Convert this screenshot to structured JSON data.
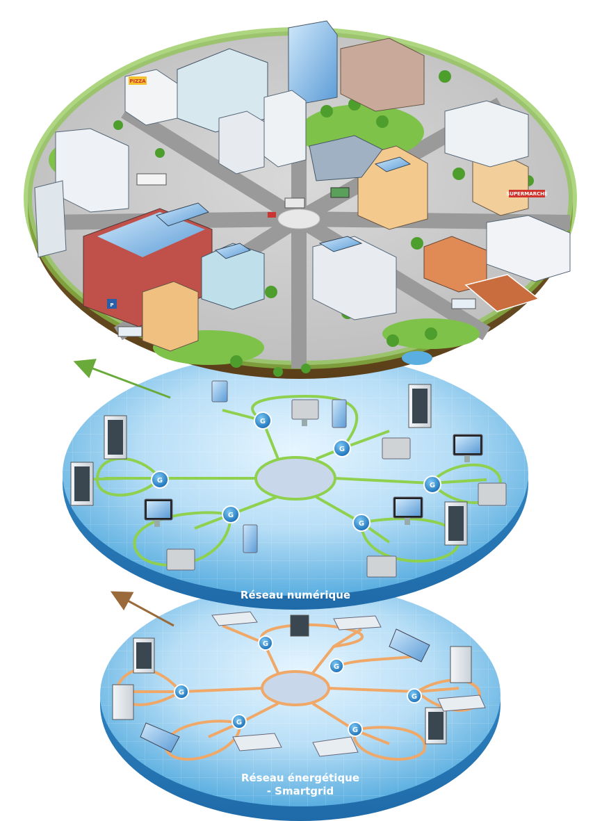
{
  "layers": {
    "digital": {
      "label": "Réseau numérique"
    },
    "energy": {
      "label_line1": "Réseau énergétique",
      "label_line2": "- Smartgrid"
    }
  },
  "node_letter": "G",
  "city_signs": {
    "pizza": "PIZZA",
    "shop": "SUPERMARCHÉ",
    "parking": "P"
  },
  "colors": {
    "digital_link": "#8fd14f",
    "energy_link": "#f0a868",
    "disc_blue": "#5aaee0",
    "disc_edge": "#2a78b8",
    "city_rim": "#7a5a2a",
    "arrow_green": "#6aaa3a",
    "arrow_brown": "#9a6a3a"
  },
  "icons": {
    "server": "server-rack-icon",
    "monitor": "monitor-icon",
    "node": "hub-node-icon",
    "solar": "solar-panel-icon",
    "battery": "battery-bank-icon"
  }
}
